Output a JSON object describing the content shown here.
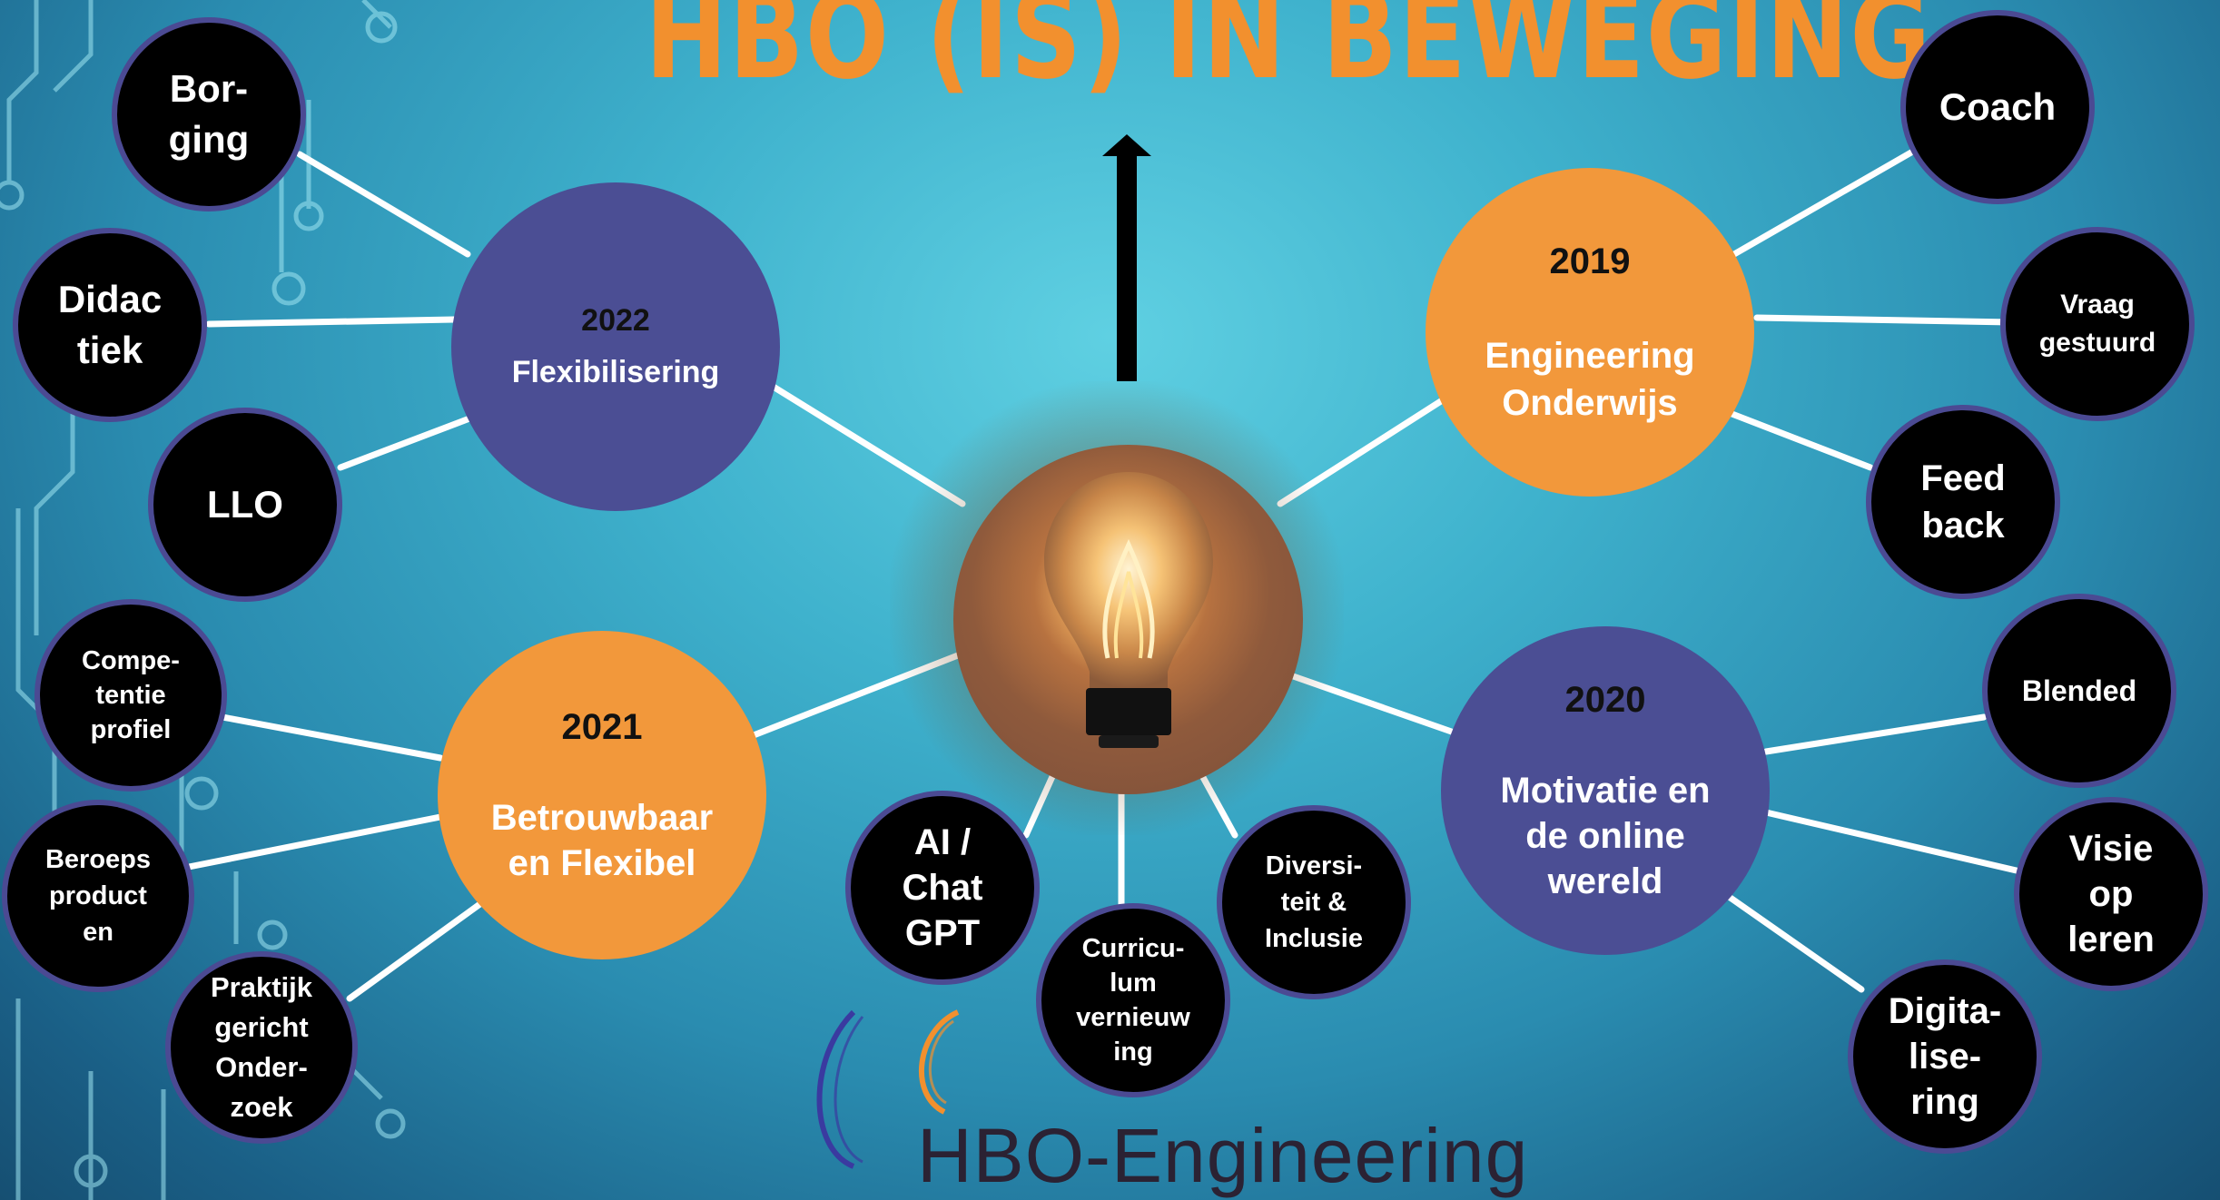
{
  "title": "HBO (IS) IN BEWEGING",
  "colors": {
    "orange": "#f2983b",
    "purple": "#4b4e94",
    "leaf": "#000000",
    "accent": "#f2902e"
  },
  "center": {
    "icon": "light-bulb-icon"
  },
  "hubs": {
    "flexibilisering": {
      "year": "2022",
      "label": "Flexibilisering"
    },
    "engineering": {
      "year": "2019",
      "label": "Engineering\nOnderwijs"
    },
    "betrouwbaar": {
      "year": "2021",
      "label": "Betrouwbaar\nen Flexibel"
    },
    "motivatie": {
      "year": "2020",
      "label": "Motivatie en\nde online\nwereld"
    }
  },
  "leaves": {
    "borging": "Bor-\nging",
    "didactiek": "Didac\ntiek",
    "llo": "LLO",
    "competentie": "Compe-\ntentie\nprofiel",
    "beroeps": "Beroeps\nproduct\nen",
    "praktijk": "Praktijk\ngericht\nOnder-\nzoek",
    "coach": "Coach",
    "vraag": "Vraag\ngestuurd",
    "feedback": "Feed\nback",
    "blended": "Blended",
    "visie": "Visie\nop\nleren",
    "digitalisering": "Digita-\nlise-\nring",
    "ai": "AI /\nChat\nGPT",
    "curriculum": "Curricu-\nlum\nvernieuw\ning",
    "diversiteit": "Diversi-\nteit &\nInclusie"
  },
  "logo": {
    "text": "HBO-Engineering"
  }
}
